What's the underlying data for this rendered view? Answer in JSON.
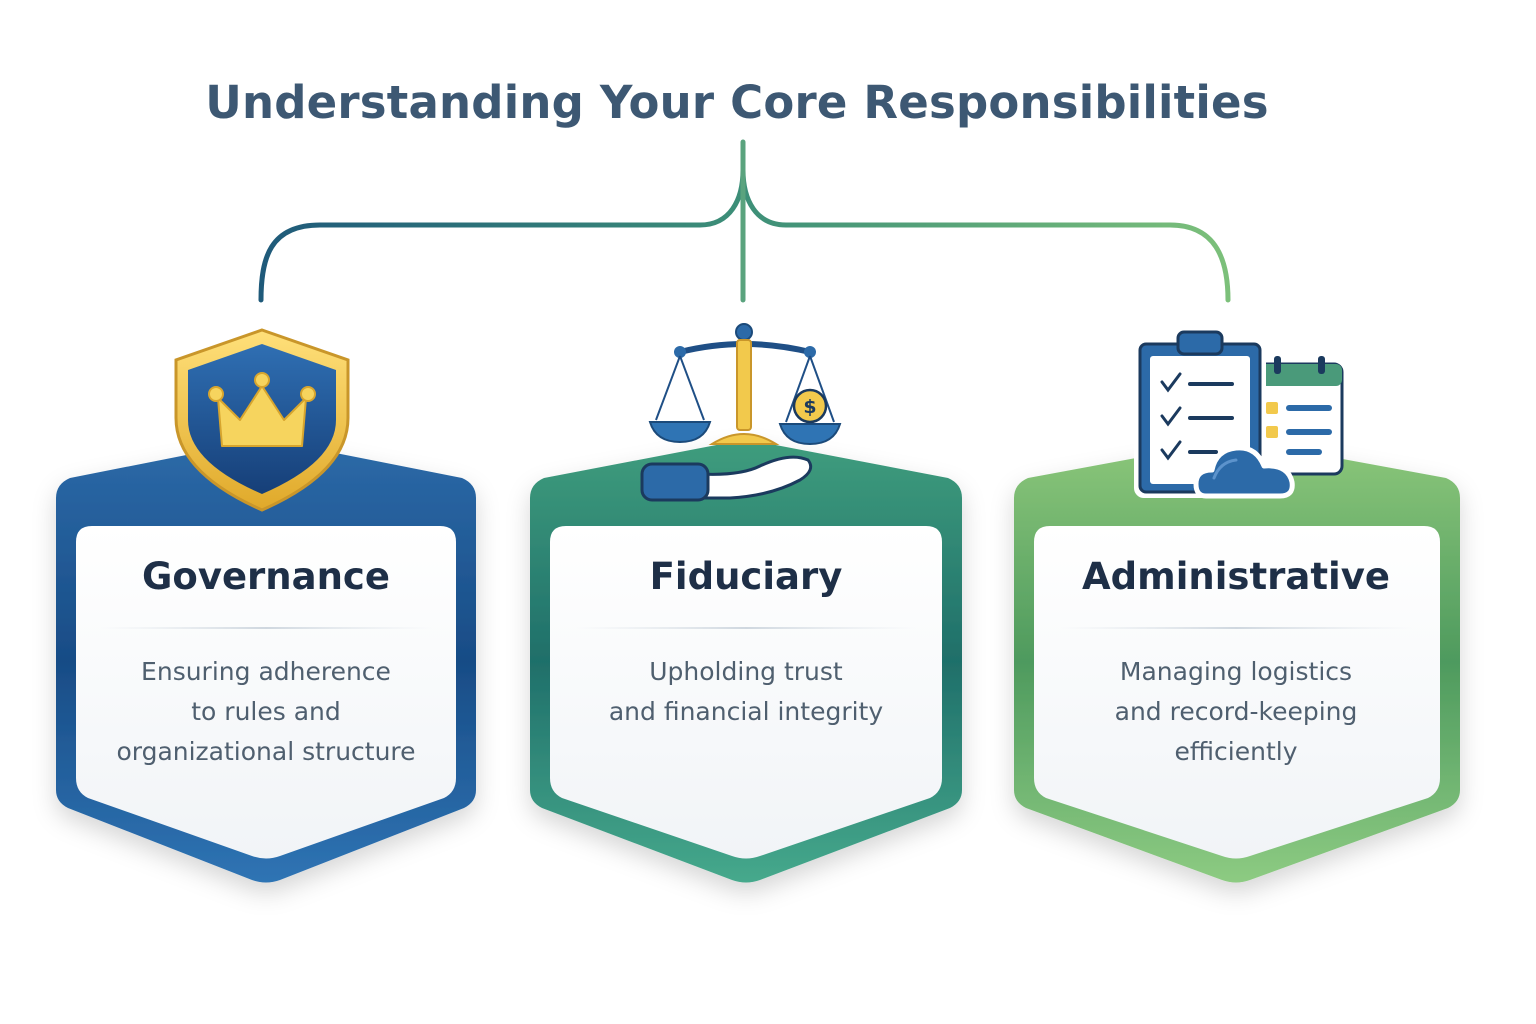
{
  "title": "Understanding Your Core Responsibilities",
  "cards": [
    {
      "title": "Governance",
      "description_lines": [
        "Ensuring adherence",
        "to rules and",
        "organizational structure"
      ],
      "icon": "shield-crown-icon",
      "accent": "#1f5a9c"
    },
    {
      "title": "Fiduciary",
      "description_lines": [
        "Upholding trust",
        "and financial integrity"
      ],
      "icon": "scales-hand-icon",
      "accent": "#2e8a78"
    },
    {
      "title": "Administrative",
      "description_lines": [
        "Managing logistics",
        "and record-keeping",
        "efficiently"
      ],
      "icon": "clipboard-calendar-cloud-icon",
      "accent": "#6fb05c"
    }
  ],
  "colors": {
    "title": "#3d5873",
    "card_title": "#1e2f47",
    "card_text": "#4f5f6f",
    "gold": "#f2c94c",
    "connector_start": "#1f5a7a",
    "connector_end": "#7cc07a"
  }
}
